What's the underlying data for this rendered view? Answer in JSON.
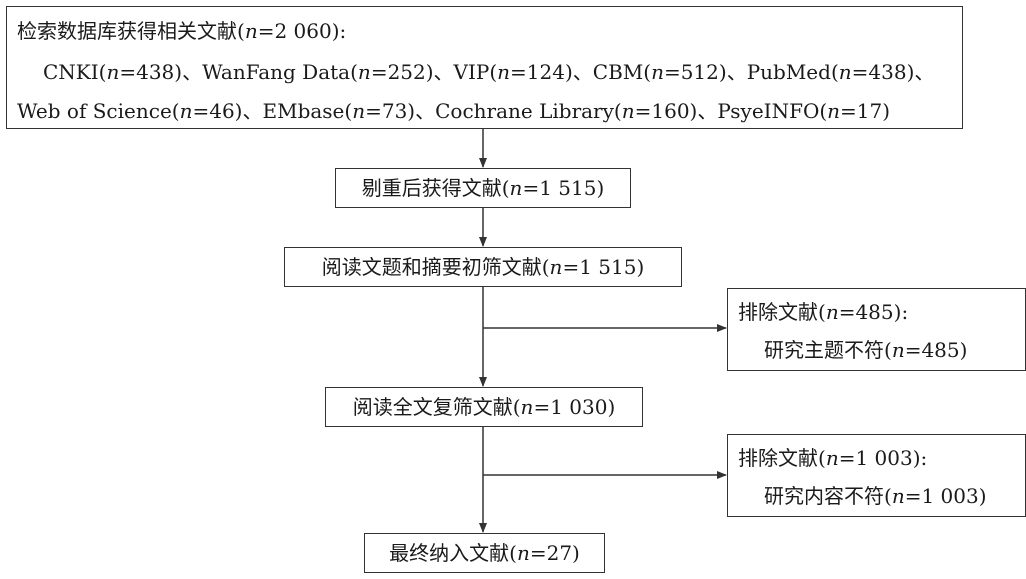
{
  "boxes": {
    "search": {
      "line1": {
        "pre": "检索数据库获得相关文献(",
        "n": "n",
        "post": "=2 060):"
      },
      "line2": [
        {
          "pre": "CNKI(",
          "n": "n",
          "post": "=438)、"
        },
        {
          "pre": "WanFang Data(",
          "n": "n",
          "post": "=252)、"
        },
        {
          "pre": "VIP(",
          "n": "n",
          "post": "=124)、"
        },
        {
          "pre": "CBM(",
          "n": "n",
          "post": "=512)、"
        },
        {
          "pre": "PubMed(",
          "n": "n",
          "post": "=438)、"
        }
      ],
      "line3": [
        {
          "pre": "Web of Science(",
          "n": "n",
          "post": "=46)、"
        },
        {
          "pre": "EMbase(",
          "n": "n",
          "post": "=73)、"
        },
        {
          "pre": "Cochrane Library(",
          "n": "n",
          "post": "=160)、"
        },
        {
          "pre": "PsyeINFO(",
          "n": "n",
          "post": "=17)"
        }
      ]
    },
    "dedup": {
      "pre": "剔重后获得文献(",
      "n": "n",
      "post": "=1 515)"
    },
    "screen1": {
      "pre": "阅读文题和摘要初筛文献(",
      "n": "n",
      "post": "=1 515)"
    },
    "excl1": {
      "line1": {
        "pre": "排除文献(",
        "n": "n",
        "post": "=485):"
      },
      "line2": {
        "pre": "研究主题不符(",
        "n": "n",
        "post": "=485)"
      }
    },
    "screen2": {
      "pre": "阅读全文复筛文献(",
      "n": "n",
      "post": "=1 030)"
    },
    "excl2": {
      "line1": {
        "pre": "排除文献(",
        "n": "n",
        "post": "=1 003):"
      },
      "line2": {
        "pre": "研究内容不符(",
        "n": "n",
        "post": "=1 003)"
      }
    },
    "final": {
      "pre": "最终纳入文献(",
      "n": "n",
      "post": "=27)"
    }
  },
  "colors": {
    "stroke": "#333333",
    "text": "#1a1a1a",
    "background": "#ffffff"
  }
}
